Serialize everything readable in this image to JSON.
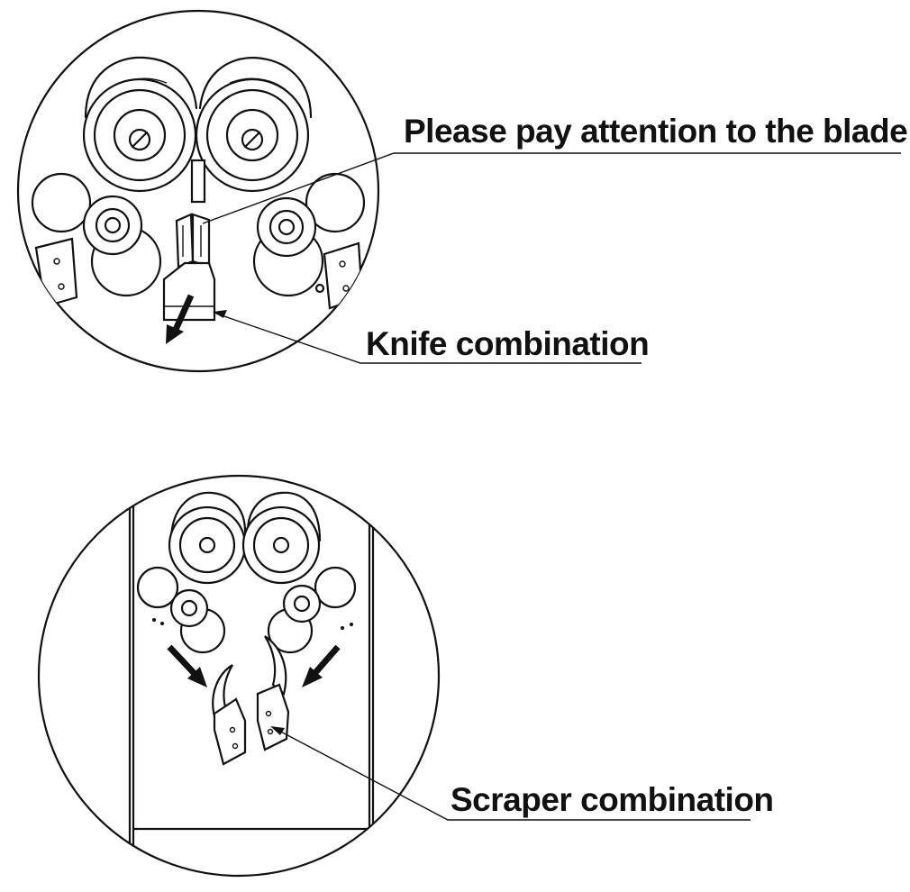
{
  "figure": {
    "top_detail": {
      "callouts": [
        {
          "id": "blade",
          "label": "Please pay attention to the blade"
        },
        {
          "id": "knife",
          "label": "Knife combination"
        }
      ]
    },
    "bottom_detail": {
      "callouts": [
        {
          "id": "scraper",
          "label": "Scraper combination"
        }
      ]
    },
    "colors": {
      "line": "#111111",
      "background": "#ffffff"
    }
  }
}
